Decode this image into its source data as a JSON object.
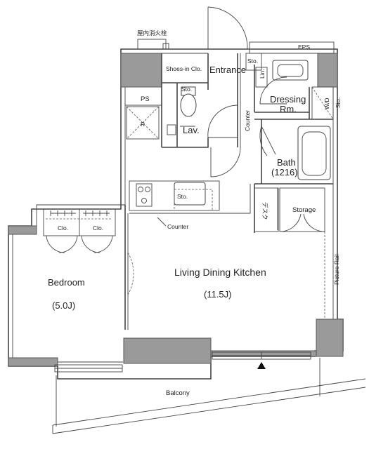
{
  "labels": {
    "hydrant": "屋内消火栓",
    "eps": "EPS",
    "shoes_in_closet": "Shoes-in Clo.",
    "entrance": "Entrance",
    "sto_top": "Sto.",
    "lin": "Lin.",
    "sto_lav": "Sto.",
    "dressing": "Dressing",
    "dressing_rm": "Rm.",
    "wd": "W/D",
    "sto_wd": "Sto.",
    "ps": "PS",
    "lav": "Lav.",
    "counter_vertical": "Counter",
    "bath": "Bath",
    "bath_size": "(1216)",
    "sto_kitchen": "Sto.",
    "desk": "デスク",
    "storage": "Storage",
    "clo_left": "Clo.",
    "clo_right": "Clo.",
    "counter_kitchen": "Counter",
    "bedroom": "Bedroom",
    "bedroom_size": "(5.0J)",
    "ldk": "Living Dining Kitchen",
    "ldk_size": "(11.5J)",
    "picture_rail": "Picture Rail",
    "balcony": "Balcony",
    "ps_r": "R"
  }
}
